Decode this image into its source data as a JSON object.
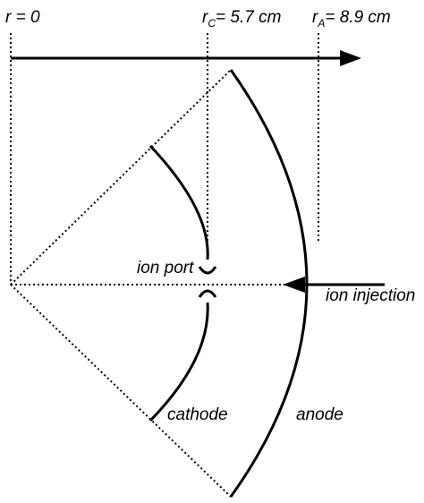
{
  "labels": {
    "r_origin": "r = 0",
    "r_cathode_symbol": "r",
    "r_cathode_subscript": "C",
    "r_cathode_value": "= 5.7 cm",
    "r_anode_symbol": "r",
    "r_anode_subscript": "A",
    "r_anode_value": "= 8.9 cm",
    "ion_port": "ion port",
    "ion_injection": "ion injection",
    "cathode": "cathode",
    "anode": "anode"
  },
  "colors": {
    "ink": "#000000",
    "background": "#ffffff"
  }
}
